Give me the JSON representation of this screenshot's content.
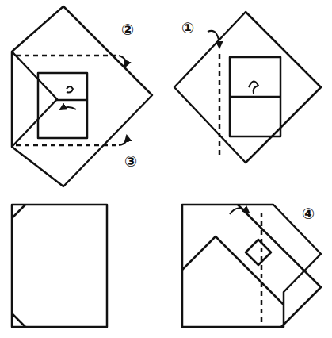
{
  "diagram": {
    "labels": [
      "②",
      "①",
      "③",
      "④"
    ]
  }
}
